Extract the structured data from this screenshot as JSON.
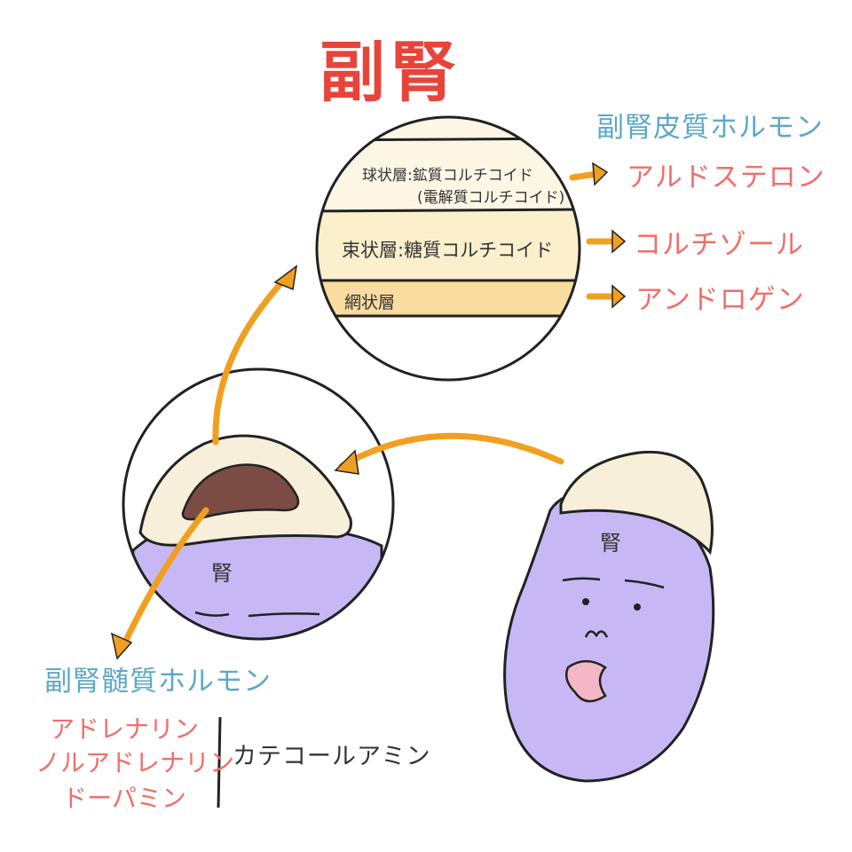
{
  "title": "副腎",
  "cortex": {
    "heading": "副腎皮質ホルモン",
    "layers": [
      {
        "label_line1": "球状層:鉱質コルチコイド",
        "label_line2": "(電解質コルチコイド)"
      },
      {
        "label": "束状層:糖質コルチコイド"
      },
      {
        "label": "網状層"
      }
    ],
    "hormones": [
      "アルドステロン",
      "コルチゾール",
      "アンドロゲン"
    ]
  },
  "medulla": {
    "heading": "副腎髄質ホルモン",
    "hormones": [
      "アドレナリン",
      "ノルアドレナリン",
      "ドーパミン"
    ],
    "group_label": "カテコールアミン"
  },
  "kidney_label": "腎",
  "colors": {
    "title": "#e8443a",
    "heading": "#5ca8c6",
    "hormone": "#ef6f6a",
    "arrow": "#f0a020",
    "kidney": "#c7b8f5",
    "cortex_tissue": "#f7efd9",
    "medulla_tissue": "#7a4c44",
    "cheek": "#f3b7c6"
  },
  "icons": [
    "arrow-icon",
    "kidney-face"
  ]
}
